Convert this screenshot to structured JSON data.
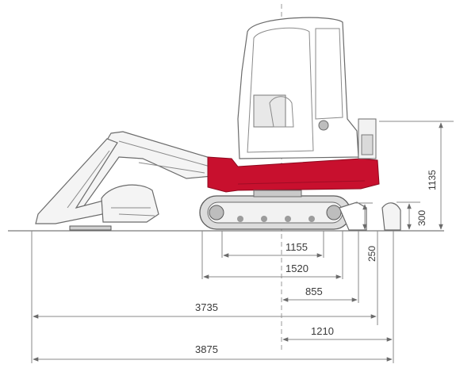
{
  "colors": {
    "accent_red": "#c8102e",
    "outline": "#6b6b6b",
    "dimension_line": "#8a8a8a",
    "text": "#3a3a3a"
  },
  "dimensions": {
    "d1155": "1155",
    "d1520": "1520",
    "d855": "855",
    "d3735": "3735",
    "d1210": "1210",
    "d3875": "3875",
    "v1135": "1135",
    "v300": "300",
    "v250": "250"
  }
}
